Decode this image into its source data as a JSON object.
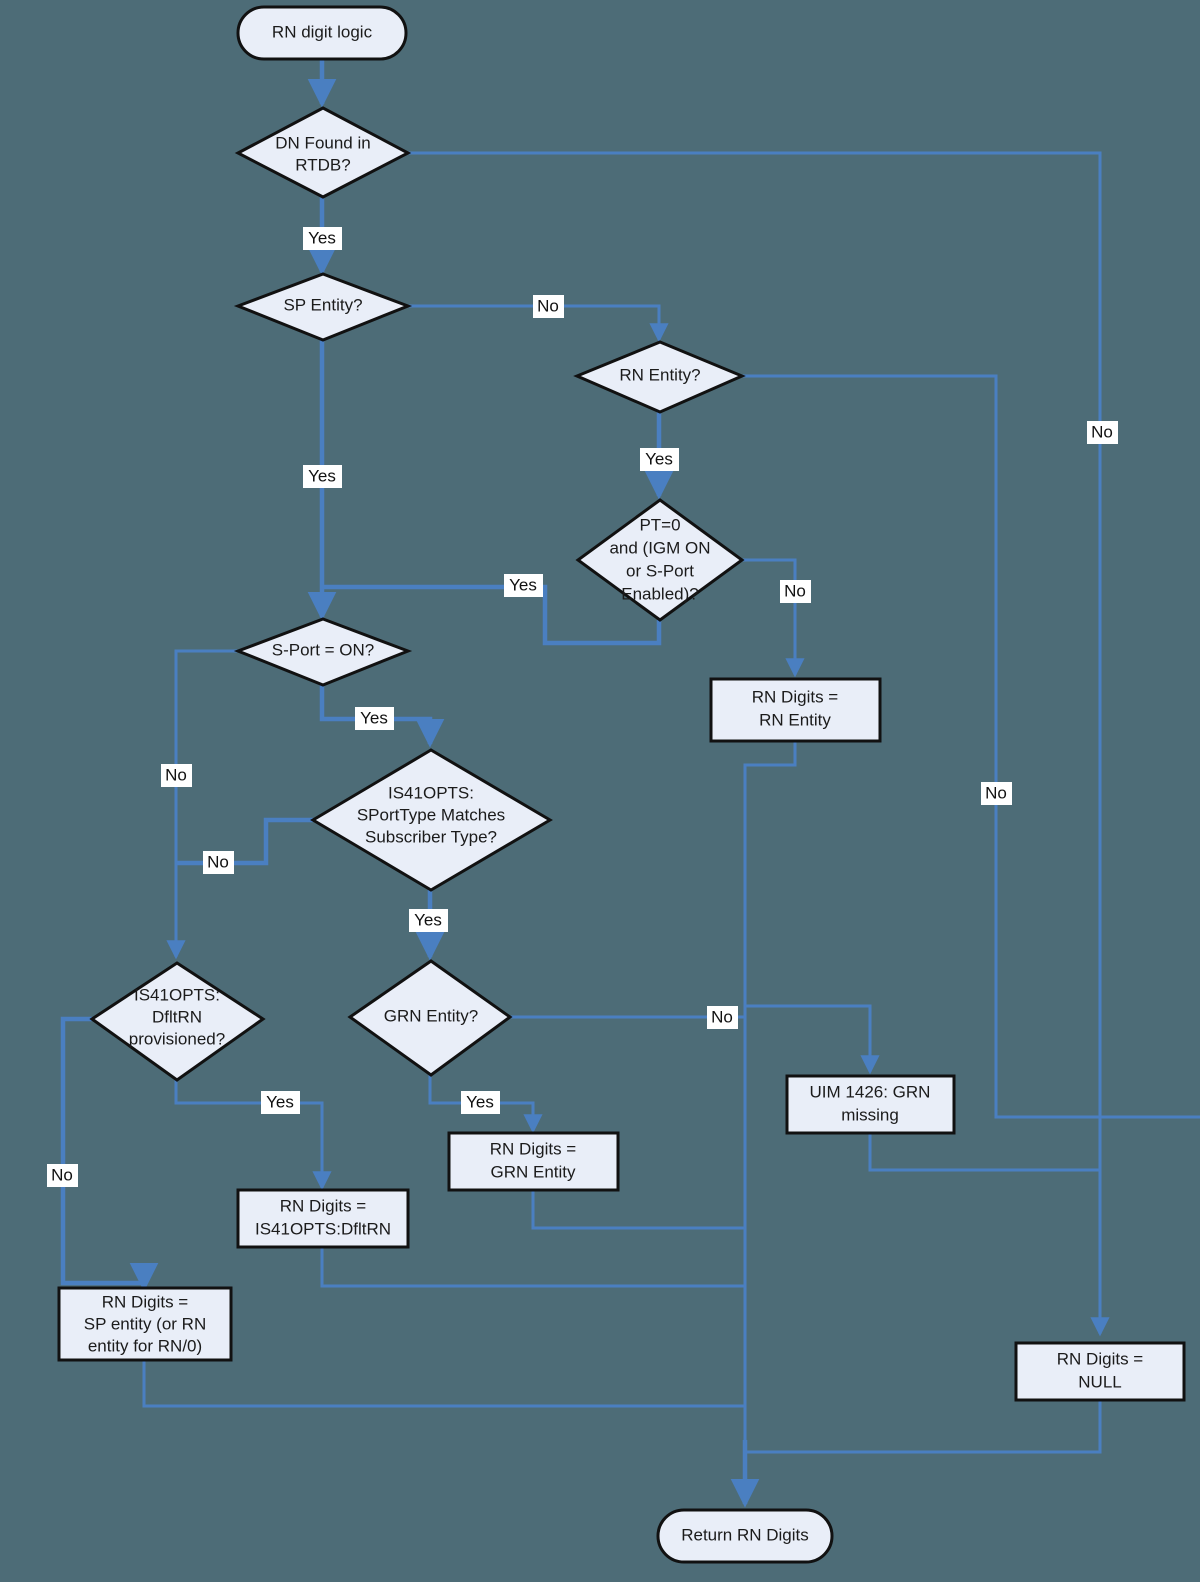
{
  "diagram": {
    "title": "RN digit logic",
    "background_color": "#4d6c77",
    "node_fill_color": "#e9eef8",
    "node_stroke_color": "#111111",
    "edge_color": "#4a7fc1",
    "type": "flowchart"
  },
  "nodes": {
    "start": {
      "shape": "terminator",
      "lines": [
        "RN digit logic"
      ]
    },
    "dn_found": {
      "shape": "decision",
      "lines": [
        "DN Found in",
        "RTDB?"
      ]
    },
    "sp_entity": {
      "shape": "decision",
      "lines": [
        "SP Entity?"
      ]
    },
    "rn_entity": {
      "shape": "decision",
      "lines": [
        "RN Entity?"
      ]
    },
    "pt_zero": {
      "shape": "decision",
      "lines": [
        "PT=0",
        "and (IGM ON",
        "or  S-Port",
        "Enabled)?"
      ]
    },
    "sport_on": {
      "shape": "decision",
      "lines": [
        "S-Port = ON?"
      ]
    },
    "sporttype_match": {
      "shape": "decision",
      "lines": [
        "IS41OPTS:",
        "SPortType Matches",
        "Subscriber Type?"
      ]
    },
    "dfltrn_prov": {
      "shape": "decision",
      "lines": [
        "IS41OPTS:",
        "DfltRN",
        "provisioned?"
      ]
    },
    "grn_entity": {
      "shape": "decision",
      "lines": [
        "GRN Entity?"
      ]
    },
    "rn_digits_rn_entity": {
      "shape": "process",
      "lines": [
        "RN Digits =",
        "RN Entity"
      ]
    },
    "uim_1426": {
      "shape": "process",
      "lines": [
        "UIM 1426: GRN",
        "missing"
      ]
    },
    "rn_digits_grn_entity": {
      "shape": "process",
      "lines": [
        "RN Digits =",
        "GRN Entity"
      ]
    },
    "rn_digits_dfltrn": {
      "shape": "process",
      "lines": [
        "RN Digits =",
        "IS41OPTS:DfltRN"
      ]
    },
    "rn_digits_sp_entity": {
      "shape": "process",
      "lines": [
        "RN Digits =",
        "SP entity (or RN",
        "entity for RN/0)"
      ]
    },
    "rn_digits_null": {
      "shape": "process",
      "lines": [
        "RN Digits =",
        "NULL"
      ]
    },
    "end": {
      "shape": "terminator",
      "lines": [
        "Return RN Digits"
      ]
    }
  },
  "edge_labels": {
    "dn_found_yes": "Yes",
    "dn_found_no": "No",
    "sp_entity_no": "No",
    "sp_entity_yes": "Yes",
    "rn_entity_yes": "Yes",
    "rn_entity_no": "No",
    "pt_zero_yes": "Yes",
    "pt_zero_no": "No",
    "sport_on_yes": "Yes",
    "sport_on_no": "No",
    "sporttype_no": "No",
    "sporttype_yes": "Yes",
    "dfltrn_yes": "Yes",
    "dfltrn_no": "No",
    "grn_yes": "Yes",
    "grn_no": "No"
  }
}
